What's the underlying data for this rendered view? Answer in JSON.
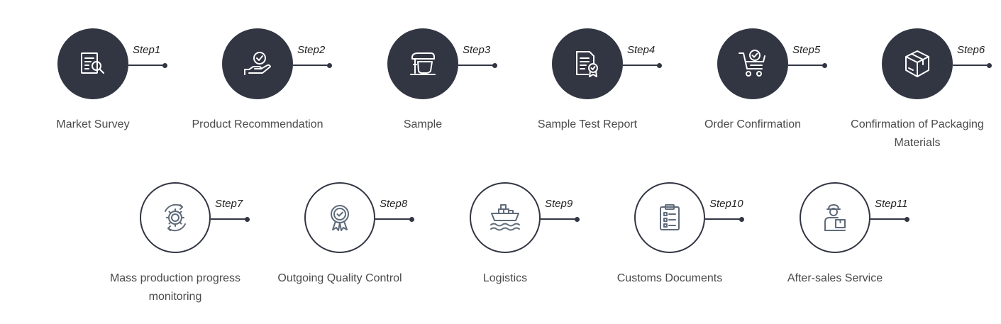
{
  "steps": [
    {
      "step": "Step1",
      "title": "Market Survey",
      "icon": "document-search-icon",
      "style": "dark"
    },
    {
      "step": "Step2",
      "title": "Product Recommendation",
      "icon": "hand-check-icon",
      "style": "dark"
    },
    {
      "step": "Step3",
      "title": "Sample",
      "icon": "stand-mixer-icon",
      "style": "dark"
    },
    {
      "step": "Step4",
      "title": "Sample Test Report",
      "icon": "certificate-document-icon",
      "style": "dark"
    },
    {
      "step": "Step5",
      "title": "Order Confirmation",
      "icon": "cart-check-icon",
      "style": "dark"
    },
    {
      "step": "Step6",
      "title": "Confirmation of Packaging Materials",
      "icon": "package-box-icon",
      "style": "dark"
    },
    {
      "step": "Step7",
      "title": "Mass production progress monitoring",
      "icon": "gear-cycle-icon",
      "style": "light"
    },
    {
      "step": "Step8",
      "title": "Outgoing Quality Control",
      "icon": "quality-badge-icon",
      "style": "light"
    },
    {
      "step": "Step9",
      "title": "Logistics",
      "icon": "cargo-ship-icon",
      "style": "light"
    },
    {
      "step": "Step10",
      "title": "Customs Documents",
      "icon": "clipboard-checklist-icon",
      "style": "light"
    },
    {
      "step": "Step11",
      "title": "After-sales Service",
      "icon": "delivery-person-icon",
      "style": "light"
    }
  ],
  "colors": {
    "circle_dark": "#323643",
    "icon_on_dark": "#ffffff",
    "icon_on_light": "#5f6b7a",
    "text": "#4a4a4a"
  }
}
